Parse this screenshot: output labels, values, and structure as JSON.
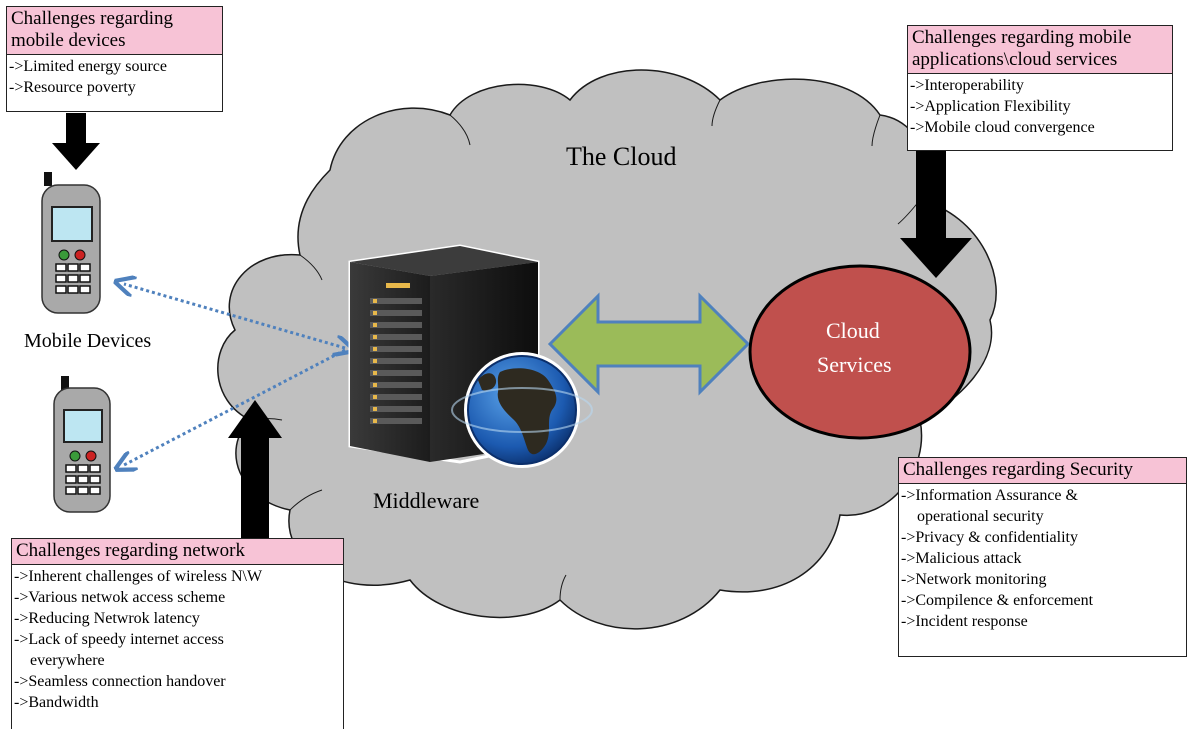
{
  "cloud": {
    "label": "The Cloud",
    "fill": "#c0c0c0"
  },
  "mobile_devices": {
    "label": "Mobile Devices"
  },
  "middleware": {
    "label": "Middleware"
  },
  "cloud_services": {
    "label_line1": "Cloud",
    "label_line2": "Services",
    "fill": "#c0504d"
  },
  "boxes": {
    "mobile_devices": {
      "title_line1": "Challenges regarding",
      "title_line2": "mobile devices",
      "items": [
        "->Limited energy source",
        "->Resource poverty"
      ]
    },
    "mobile_apps": {
      "title_line1": "Challenges regarding mobile",
      "title_line2": "applications\\cloud services",
      "items": [
        "->Interoperability",
        "->Application Flexibility",
        "->Mobile cloud convergence"
      ]
    },
    "network": {
      "title": "Challenges regarding network",
      "items": [
        "->Inherent challenges of wireless N\\W",
        "->Various netwok access scheme",
        "->Reducing Netwrok latency",
        "->Lack of speedy internet access",
        "everywhere",
        "->Seamless connection handover",
        "->Bandwidth"
      ]
    },
    "security": {
      "title": "Challenges regarding Security",
      "items": [
        "->Information Assurance &",
        "operational security",
        "->Privacy & confidentiality",
        "->Malicious attack",
        "->Network monitoring",
        "->Compilence & enforcement",
        "->Incident response"
      ]
    }
  },
  "colors": {
    "header_pink": "#f7c3d6",
    "double_arrow": "#9bbb59",
    "double_arrow_border": "#4f81bd",
    "dotted_arrow": "#4f81bd"
  }
}
